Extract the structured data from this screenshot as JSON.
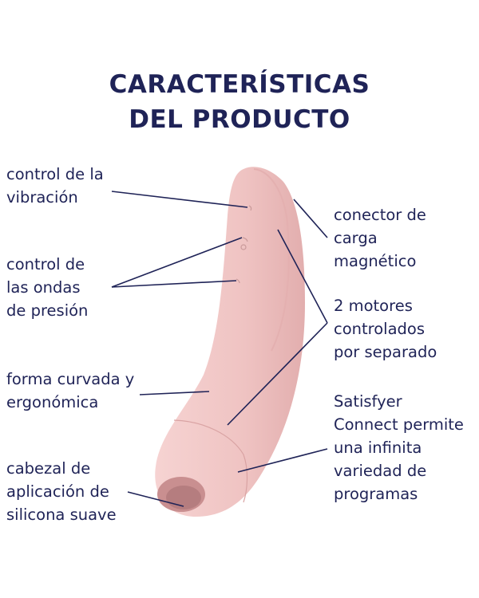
{
  "title": {
    "line1": "CARACTERÍSTICAS",
    "line2": "DEL PRODUCTO"
  },
  "labels": {
    "vibration": "control de la\nvibración",
    "pressure": "control de\nlas ondas\nde presión",
    "shape": "forma curvada y\nergonómica",
    "head": "cabezal de\naplicación de\nsilicona suave",
    "charger": "conector de\ncarga\nmagnético",
    "motors": "2 motores\ncontrolados\npor separado",
    "app": "Satisfyer\nConnect permite\nuna infinita\nvariedad de\nprogramas"
  },
  "colors": {
    "text": "#1f2357",
    "product": "#f0c5c4",
    "product_shade": "#e5b2b1"
  }
}
